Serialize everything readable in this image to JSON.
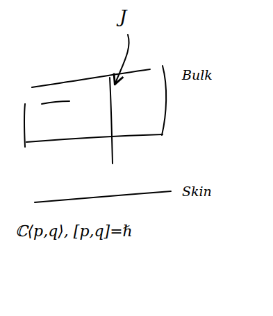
{
  "diagram": {
    "labels": [
      "J",
      "Bulk",
      "Skin",
      "ℂ⟨p,q⟩, [p,q]=ℏ"
    ]
  }
}
